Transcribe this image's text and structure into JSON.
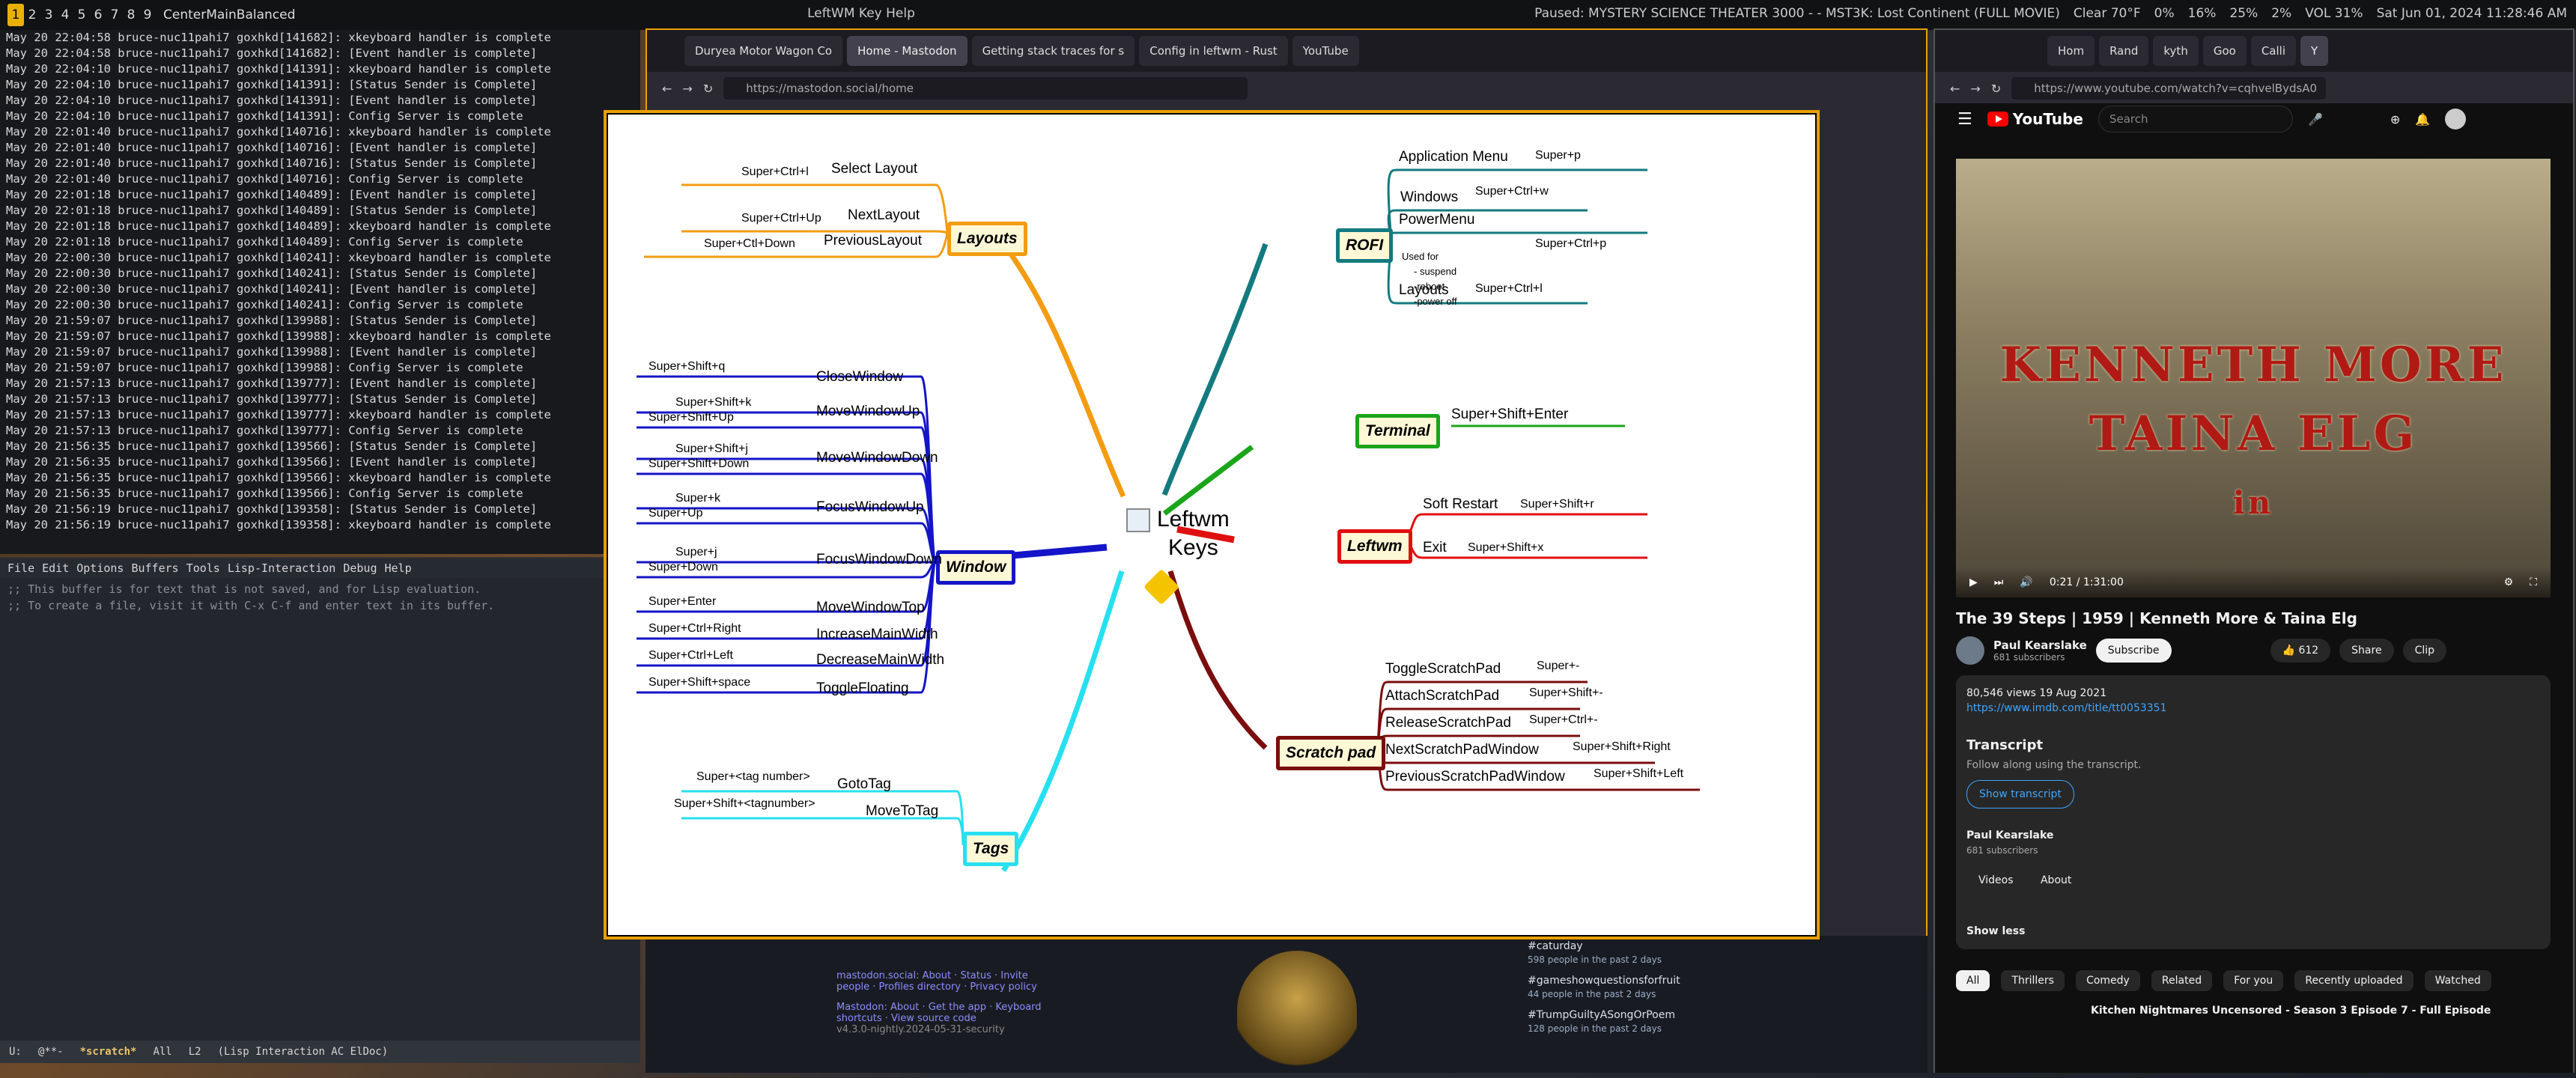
{
  "topbar": {
    "workspaces": [
      "1",
      "2",
      "3",
      "4",
      "5",
      "6",
      "7",
      "8",
      "9"
    ],
    "layout": "CenterMainBalanced",
    "window_title": "LeftWM Key Help",
    "media": "Paused: MYSTERY SCIENCE THEATER 3000 - - MST3K: Lost Continent (FULL MOVIE)",
    "weather": "Clear  70°F",
    "cpu": "0%",
    "mem": "16%",
    "bat": "25%",
    "disk": "2%",
    "vol": "VOL 31%",
    "clock": "Sat Jun 01, 2024 11:28:46 AM"
  },
  "terminal": {
    "lines": [
      "May 20 22:04:58 bruce-nuc11pahi7 goxhkd[141682]: xkeyboard handler is complete",
      "May 20 22:04:58 bruce-nuc11pahi7 goxhkd[141682]: [Event handler is complete]",
      "May 20 22:04:10 bruce-nuc11pahi7 goxhkd[141391]: xkeyboard handler is complete",
      "May 20 22:04:10 bruce-nuc11pahi7 goxhkd[141391]: [Status Sender is Complete]",
      "May 20 22:04:10 bruce-nuc11pahi7 goxhkd[141391]: [Event handler is complete]",
      "May 20 22:04:10 bruce-nuc11pahi7 goxhkd[141391]: Config Server is complete",
      "May 20 22:01:40 bruce-nuc11pahi7 goxhkd[140716]: xkeyboard handler is complete",
      "May 20 22:01:40 bruce-nuc11pahi7 goxhkd[140716]: [Event handler is complete]",
      "May 20 22:01:40 bruce-nuc11pahi7 goxhkd[140716]: [Status Sender is Complete]",
      "May 20 22:01:40 bruce-nuc11pahi7 goxhkd[140716]: Config Server is complete",
      "May 20 22:01:18 bruce-nuc11pahi7 goxhkd[140489]: [Event handler is complete]",
      "May 20 22:01:18 bruce-nuc11pahi7 goxhkd[140489]: [Status Sender is Complete]",
      "May 20 22:01:18 bruce-nuc11pahi7 goxhkd[140489]: xkeyboard handler is complete",
      "May 20 22:01:18 bruce-nuc11pahi7 goxhkd[140489]: Config Server is complete",
      "May 20 22:00:30 bruce-nuc11pahi7 goxhkd[140241]: xkeyboard handler is complete",
      "May 20 22:00:30 bruce-nuc11pahi7 goxhkd[140241]: [Status Sender is Complete]",
      "May 20 22:00:30 bruce-nuc11pahi7 goxhkd[140241]: [Event handler is complete]",
      "May 20 22:00:30 bruce-nuc11pahi7 goxhkd[140241]: Config Server is complete",
      "May 20 21:59:07 bruce-nuc11pahi7 goxhkd[139988]: [Status Sender is Complete]",
      "May 20 21:59:07 bruce-nuc11pahi7 goxhkd[139988]: xkeyboard handler is complete",
      "May 20 21:59:07 bruce-nuc11pahi7 goxhkd[139988]: [Event handler is complete]",
      "May 20 21:59:07 bruce-nuc11pahi7 goxhkd[139988]: Config Server is complete",
      "May 20 21:57:13 bruce-nuc11pahi7 goxhkd[139777]: [Event handler is complete]",
      "May 20 21:57:13 bruce-nuc11pahi7 goxhkd[139777]: [Status Sender is Complete]",
      "May 20 21:57:13 bruce-nuc11pahi7 goxhkd[139777]: xkeyboard handler is complete",
      "May 20 21:57:13 bruce-nuc11pahi7 goxhkd[139777]: Config Server is complete",
      "May 20 21:56:35 bruce-nuc11pahi7 goxhkd[139566]: [Status Sender is Complete]",
      "May 20 21:56:35 bruce-nuc11pahi7 goxhkd[139566]: [Event handler is complete]",
      "May 20 21:56:35 bruce-nuc11pahi7 goxhkd[139566]: xkeyboard handler is complete",
      "May 20 21:56:35 bruce-nuc11pahi7 goxhkd[139566]: Config Server is complete",
      "May 20 21:56:19 bruce-nuc11pahi7 goxhkd[139358]: [Status Sender is Complete]",
      "May 20 21:56:19 bruce-nuc11pahi7 goxhkd[139358]: xkeyboard handler is complete"
    ]
  },
  "emacs": {
    "menu": [
      "File",
      "Edit",
      "Options",
      "Buffers",
      "Tools",
      "Lisp-Interaction",
      "Debug",
      "Help"
    ],
    "body": [
      ";; This buffer is for text that is not saved, and for Lisp evaluation.",
      ";; To create a file, visit it with C-x C-f and enter text in its buffer."
    ],
    "mode_line": [
      "U:",
      "@**-",
      "*scratch*",
      "All",
      "L2",
      "(Lisp Interaction AC ElDoc)"
    ]
  },
  "mid_browser": {
    "tabs": [
      "Duryea Motor Wagon Co",
      "Home - Mastodon",
      "Getting stack traces for s",
      "Config in leftwm - Rust",
      "YouTube"
    ],
    "selected_tab": 1,
    "url": "https://mastodon.social/home"
  },
  "right_browser": {
    "tabs": [
      "Hom",
      "Rand",
      "kyth",
      "Goo",
      "Calli",
      "Y"
    ],
    "url": "https://www.youtube.com/watch?v=cqhvelBydsA0"
  },
  "mastodon": {
    "footer1": "mastodon.social: About · Status · Invite people · Profiles directory · Privacy policy",
    "footer2": "Mastodon: About · Get the app · Keyboard shortcuts · View source code",
    "version": "v4.3.0-nightly.2024-05-31-security",
    "trends": [
      {
        "tag": "#caturday",
        "count": "598 people in the past 2 days"
      },
      {
        "tag": "#gameshowquestionsforfruit",
        "count": "44 people in the past 2 days"
      },
      {
        "tag": "#TrumpGuiltyASongOrPoem",
        "count": "128 people in the past 2 days"
      }
    ]
  },
  "mindmap": {
    "center": {
      "l1": "Leftwm",
      "l2": "Keys"
    },
    "topics": {
      "layouts": "Layouts",
      "window": "Window",
      "tags": "Tags",
      "rofi": "ROFI",
      "terminal": "Terminal",
      "leftwm": "Leftwm",
      "scratch": "Scratch pad"
    },
    "layouts": [
      {
        "key": "Super+Ctrl+l",
        "act": "Select Layout"
      },
      {
        "key": "Super+Ctrl+Up",
        "act": "NextLayout"
      },
      {
        "key": "Super+Ctl+Down",
        "act": "PreviousLayout"
      }
    ],
    "window": [
      {
        "key": "Super+Shift+q",
        "act": "CloseWindow"
      },
      {
        "key": "Super+Shift+k",
        "act": "MoveWindowUp"
      },
      {
        "key": "Super+Shift+Up",
        "act": ""
      },
      {
        "key": "Super+Shift+j",
        "act": "MoveWindowDown"
      },
      {
        "key": "Super+Shift+Down",
        "act": ""
      },
      {
        "key": "Super+k",
        "act": "FocusWindowUp"
      },
      {
        "key": "Super+Up",
        "act": ""
      },
      {
        "key": "Super+j",
        "act": "FocusWindowDown"
      },
      {
        "key": "Super+Down",
        "act": ""
      },
      {
        "key": "Super+Enter",
        "act": "MoveWindowTop"
      },
      {
        "key": "Super+Ctrl+Right",
        "act": "IncreaseMainWidth"
      },
      {
        "key": "Super+Ctrl+Left",
        "act": "DecreaseMainWidth"
      },
      {
        "key": "Super+Shift+space",
        "act": "ToggleFloating"
      }
    ],
    "tags": [
      {
        "key": "Super+<tag number>",
        "act": "GotoTag"
      },
      {
        "key": "Super+Shift+<tagnumber>",
        "act": "MoveToTag"
      }
    ],
    "rofi": [
      {
        "act": "Application Menu",
        "key": "Super+p"
      },
      {
        "act": "Windows",
        "key": "Super+Ctrl+w"
      },
      {
        "act": "PowerMenu",
        "key": "Super+Ctrl+p"
      },
      {
        "act": "Layouts",
        "key": "Super+Ctrl+l"
      }
    ],
    "power_note": [
      "Used for",
      "- suspend",
      "-reboot",
      "-power off"
    ],
    "terminal": {
      "key": "Super+Shift+Enter"
    },
    "leftwm": [
      {
        "act": "Soft Restart",
        "key": "Super+Shift+r"
      },
      {
        "act": "Exit",
        "key": "Super+Shift+x"
      }
    ],
    "scratch": [
      {
        "act": "ToggleScratchPad",
        "key": "Super+-"
      },
      {
        "act": "AttachScratchPad",
        "key": "Super+Shift+-"
      },
      {
        "act": "ReleaseScratchPad",
        "key": "Super+Ctrl+-"
      },
      {
        "act": "NextScratchPadWindow",
        "key": "Super+Shift+Right"
      },
      {
        "act": "PreviousScratchPadWindow",
        "key": "Super+Shift+Left"
      }
    ],
    "colors": {
      "layouts": "#f39c12",
      "window": "#1414c8",
      "tags": "#26e0f0",
      "rofi": "#137a7f",
      "terminal": "#1aa51a",
      "leftwm": "#e01010",
      "scratch": "#7a0d0d"
    }
  },
  "youtube": {
    "search_placeholder": "Search",
    "video_text": [
      "KENNETH MORE",
      "TAINA ELG",
      "in"
    ],
    "time": "0:21 / 1:31:00",
    "title": "The 39 Steps | 1959 | Kenneth More & Taina Elg",
    "channel": "Paul Kearslake",
    "subs": "681 subscribers",
    "subscribe": "Subscribe",
    "likes": "612",
    "share": "Share",
    "clip": "Clip",
    "views": "80,546 views  19 Aug 2021",
    "imdb": "https://www.imdb.com/title/tt0053351",
    "transcript_h": "Transcript",
    "transcript_sub": "Follow along using the transcript.",
    "show_transcript": "Show transcript",
    "videos": "Videos",
    "about": "About",
    "show_less": "Show less",
    "chips": [
      "All",
      "Thrillers",
      "Comedy",
      "Related",
      "For you",
      "Recently uploaded",
      "Watched"
    ],
    "next_video": "Kitchen Nightmares Uncensored - Season 3 Episode 7 - Full Episode"
  }
}
